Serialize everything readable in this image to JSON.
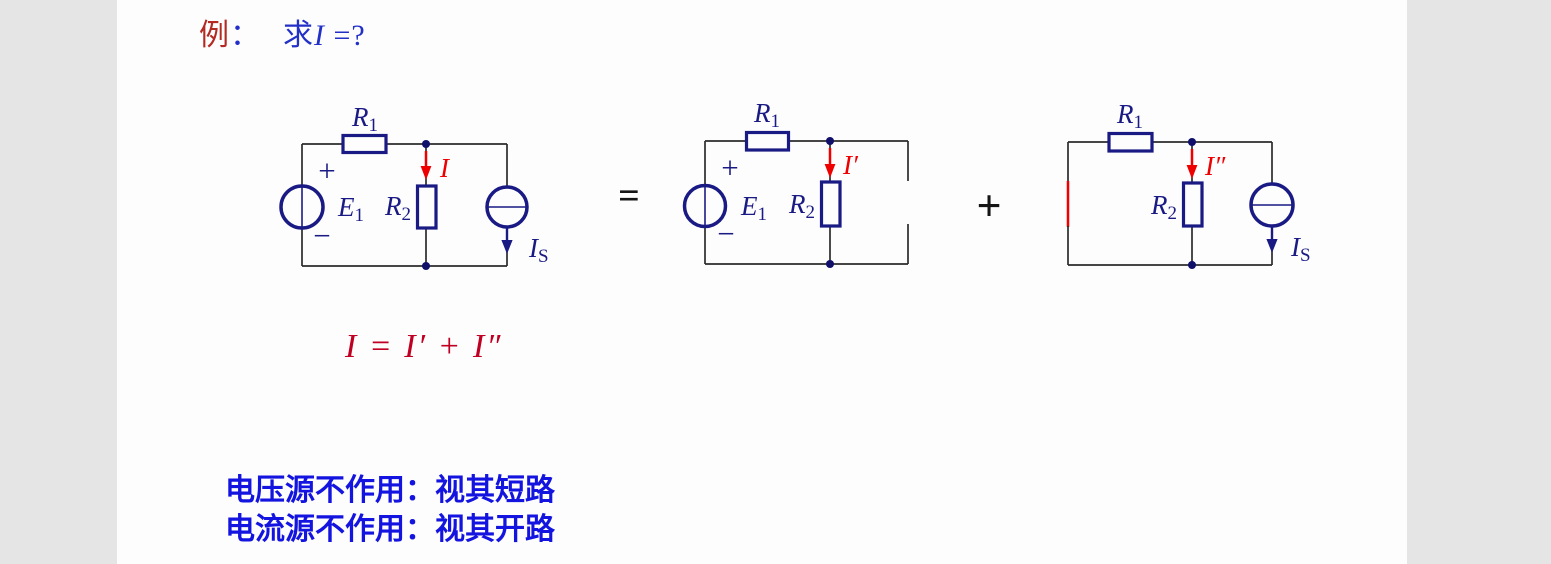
{
  "title": {
    "example": "例",
    "colon": "：",
    "prompt": "求",
    "variable": "I",
    "suffix": " =?"
  },
  "operators": {
    "equals": "=",
    "plus": "+"
  },
  "equation": "I = I′ + I″",
  "circuits": {
    "original": {
      "r1_base": "R",
      "r1_sub": "1",
      "r2_base": "R",
      "r2_sub": "2",
      "e1_base": "E",
      "e1_sub": "1",
      "plus": "+",
      "minus": "−",
      "current": "I",
      "is_base": "I",
      "is_sub": "S"
    },
    "voltage_only": {
      "r1_base": "R",
      "r1_sub": "1",
      "r2_base": "R",
      "r2_sub": "2",
      "e1_base": "E",
      "e1_sub": "1",
      "plus": "+",
      "minus": "−",
      "current": "I′"
    },
    "current_only": {
      "r1_base": "R",
      "r1_sub": "1",
      "r2_base": "R",
      "r2_sub": "2",
      "current": "I″",
      "is_base": "I",
      "is_sub": "S"
    }
  },
  "notes": [
    "电压源不作用：视其短路",
    "电流源不作用：视其开路"
  ],
  "colors": {
    "component_navy": "#1a1a85",
    "wire_black": "#2b2b2b",
    "highlight_red": "#ee0000",
    "equation_red": "#c00022",
    "note_blue": "#1414e0",
    "title_red": "#b22a22",
    "title_blue": "#2230c8",
    "background_gray": "#e5e5e5",
    "slide_white": "#fdfdfd"
  }
}
